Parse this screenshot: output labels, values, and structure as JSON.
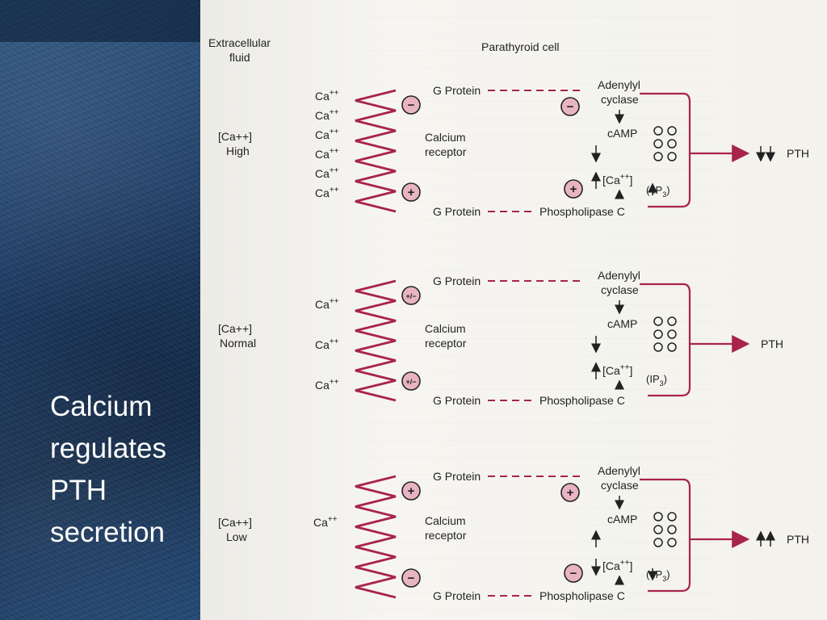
{
  "slide": {
    "title_lines": [
      "Calcium",
      "regulates",
      "PTH",
      "secretion"
    ]
  },
  "diagram": {
    "header_left": [
      "Extracellular",
      "fluid"
    ],
    "header_right": "Parathyroid cell",
    "ca": "Ca",
    "ca_sup": "++",
    "g_protein": "G Protein",
    "adenylyl": [
      "Adenylyl",
      "cyclase"
    ],
    "camp": "cAMP",
    "calcium_receptor": [
      "Calcium",
      "receptor"
    ],
    "phospholipase": "Phospholipase C",
    "intracell_ca": "[Ca",
    "ip3": "IP",
    "ip3_sub": "3",
    "pth": "PTH",
    "panels": [
      {
        "condition": "[Ca++]",
        "level": "High",
        "receptor_top_sign": "−",
        "receptor_bottom_sign": "+",
        "adenylyl_sign": "−",
        "plc_sign": "+",
        "ca_arrow": "↑",
        "camp_arrow": "↓",
        "ip3_arrow": "↑",
        "pth_arrows": "↓↓"
      },
      {
        "condition": "[Ca++]",
        "level": "Normal",
        "receptor_top_sign": "+/−",
        "receptor_bottom_sign": "+/−",
        "adenylyl_sign": "",
        "plc_sign": "",
        "ca_arrow": "↑",
        "camp_arrow": "↓",
        "ip3_arrow": "",
        "pth_arrows": ""
      },
      {
        "condition": "[Ca++]",
        "level": "Low",
        "receptor_top_sign": "+",
        "receptor_bottom_sign": "−",
        "adenylyl_sign": "+",
        "plc_sign": "−",
        "ca_arrow": "↓",
        "camp_arrow": "↑",
        "ip3_arrow": "↓",
        "pth_arrows": "↑↑"
      }
    ]
  },
  "colors": {
    "membrane": "#a8244a",
    "sign_fill": "#e8b4c4",
    "title_panel": "#1c3a63"
  }
}
